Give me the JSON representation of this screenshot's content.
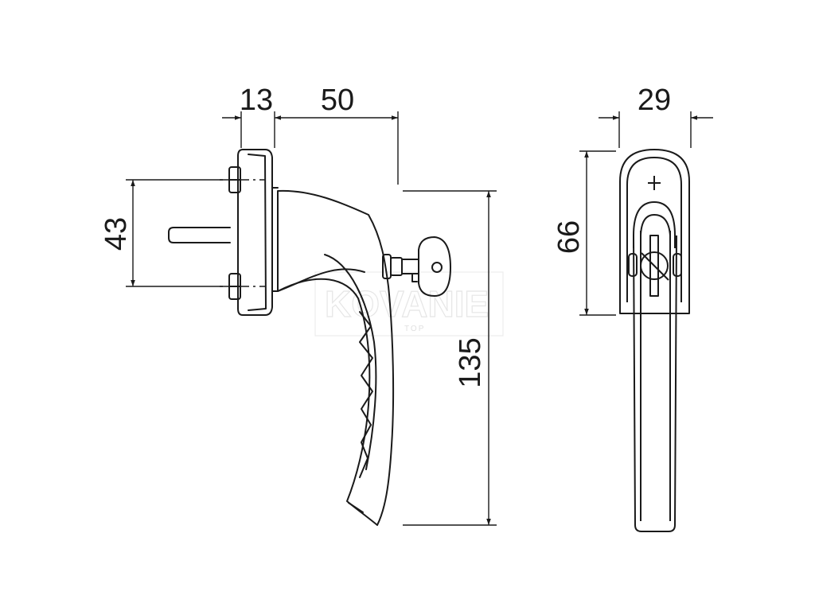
{
  "dimensions": {
    "d13": "13",
    "d50": "50",
    "d29": "29",
    "d43": "43",
    "d66": "66",
    "d135": "135"
  },
  "watermark": {
    "brand": "KOVANIE",
    "sub": "TOP"
  },
  "colors": {
    "line": "#1a1a1a",
    "watermark": "#e6e6e6"
  }
}
